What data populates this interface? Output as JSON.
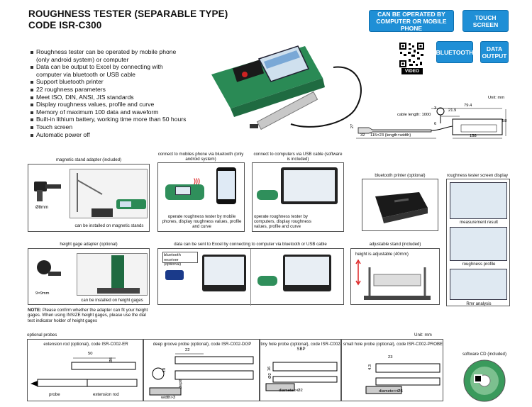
{
  "title": {
    "line1": "ROUGHNESS TESTER (SEPARABLE TYPE)",
    "line2": "CODE ISR-C300"
  },
  "badges": {
    "computer": "CAN BE OPERATED BY COMPUTER OR MOBILE PHONE",
    "touch": "TOUCH SCREEN",
    "bluetooth": "BLUETOOTH",
    "data": "DATA OUTPUT",
    "video": "VIDEO"
  },
  "features": [
    "Roughness tester can be operated by mobile phone",
    "(only android system) or computer",
    "Data can be output to Excel by connecting with",
    "computer via bluetooth or USB cable",
    "Support bluetooth printer",
    "22 roughness parameters",
    "Meet ISO, DIN, ANSI, JIS standards",
    "Display roughness values, profile and curve",
    "Memory of maximum 100 data and waveform",
    "Built-in lithium battery, working time more than 50 hours",
    "Touch screen",
    "Automatic power off"
  ],
  "drawing": {
    "unit": "Unit: mm",
    "d79": "79.4",
    "d219": "21.9",
    "d3": "3",
    "d6": "6",
    "cable": "cable length: 1000",
    "d27": "27",
    "d32": "32",
    "d115": "115×23 (length×width)",
    "d158": "158",
    "d58": "58"
  },
  "row1": {
    "magnetic_title": "magnetic stand adapter (included)",
    "d8": "Ø8mm",
    "magnetic_cap": "can be installed on magnetic stands",
    "mobile_title": "connect to mobiles phone via bluetooth (only android system)",
    "mobile_cap": "operate roughness tester by mobile phones, display roughness values, profile and curve",
    "usb_title": "connect to computers via USB cable (software is included)",
    "usb_cap": "operate roughness tester by computers, display roughness values, profile and curve",
    "printer_title": "bluetooth printer (optional)",
    "screen_title": "roughness tester screen display",
    "measure_cap": "measurement result",
    "profile_cap": "roughness profile",
    "rmr_cap": "Rmr analysis"
  },
  "row2": {
    "height_title": "height gage adapter (optional)",
    "d9": "9×9mm",
    "height_cap": "can be installed on height gages",
    "excel_title": "data can be sent to Excel by connecting to computer via bluetooth or USB cable",
    "receiver": "bluetooth receiver (optional)",
    "stand_title": "adjustable stand (included)",
    "stand_cap": "height is adjustable (40mm)",
    "note_label": "NOTE:",
    "note": "Please confirm whether the adapter can fit your height gages. When using INSIZE height gages, please use the dial test indicator holder of height gages"
  },
  "probes": {
    "section": "optional probes",
    "unit": "Unit: mm",
    "ext_title": "extension rod (optional), code ISR-C002-ER",
    "ext_d50": "50",
    "ext_d8": "Ø8",
    "probe_label": "probe",
    "rod_label": "extension rod",
    "deep_title": "deep groove probe (optional), code ISR-C002-DGP",
    "deep_d22": "22",
    "deep_d10": "10",
    "deep_depth": "depth≤10",
    "deep_width": "width>3",
    "tiny_title": "tiny hole probe (optional), code ISR-C002-SBP",
    "tiny_d16": "16",
    "tiny_d2": "Ø2",
    "tiny_dia": "diameter>Ø2",
    "small_title": "small hole probe (optional), code ISR-C002-PROBE",
    "small_d23": "23",
    "small_d43": "4.3",
    "small_dia": "diameter>Ø5",
    "cd_title": "software CD (included)"
  }
}
